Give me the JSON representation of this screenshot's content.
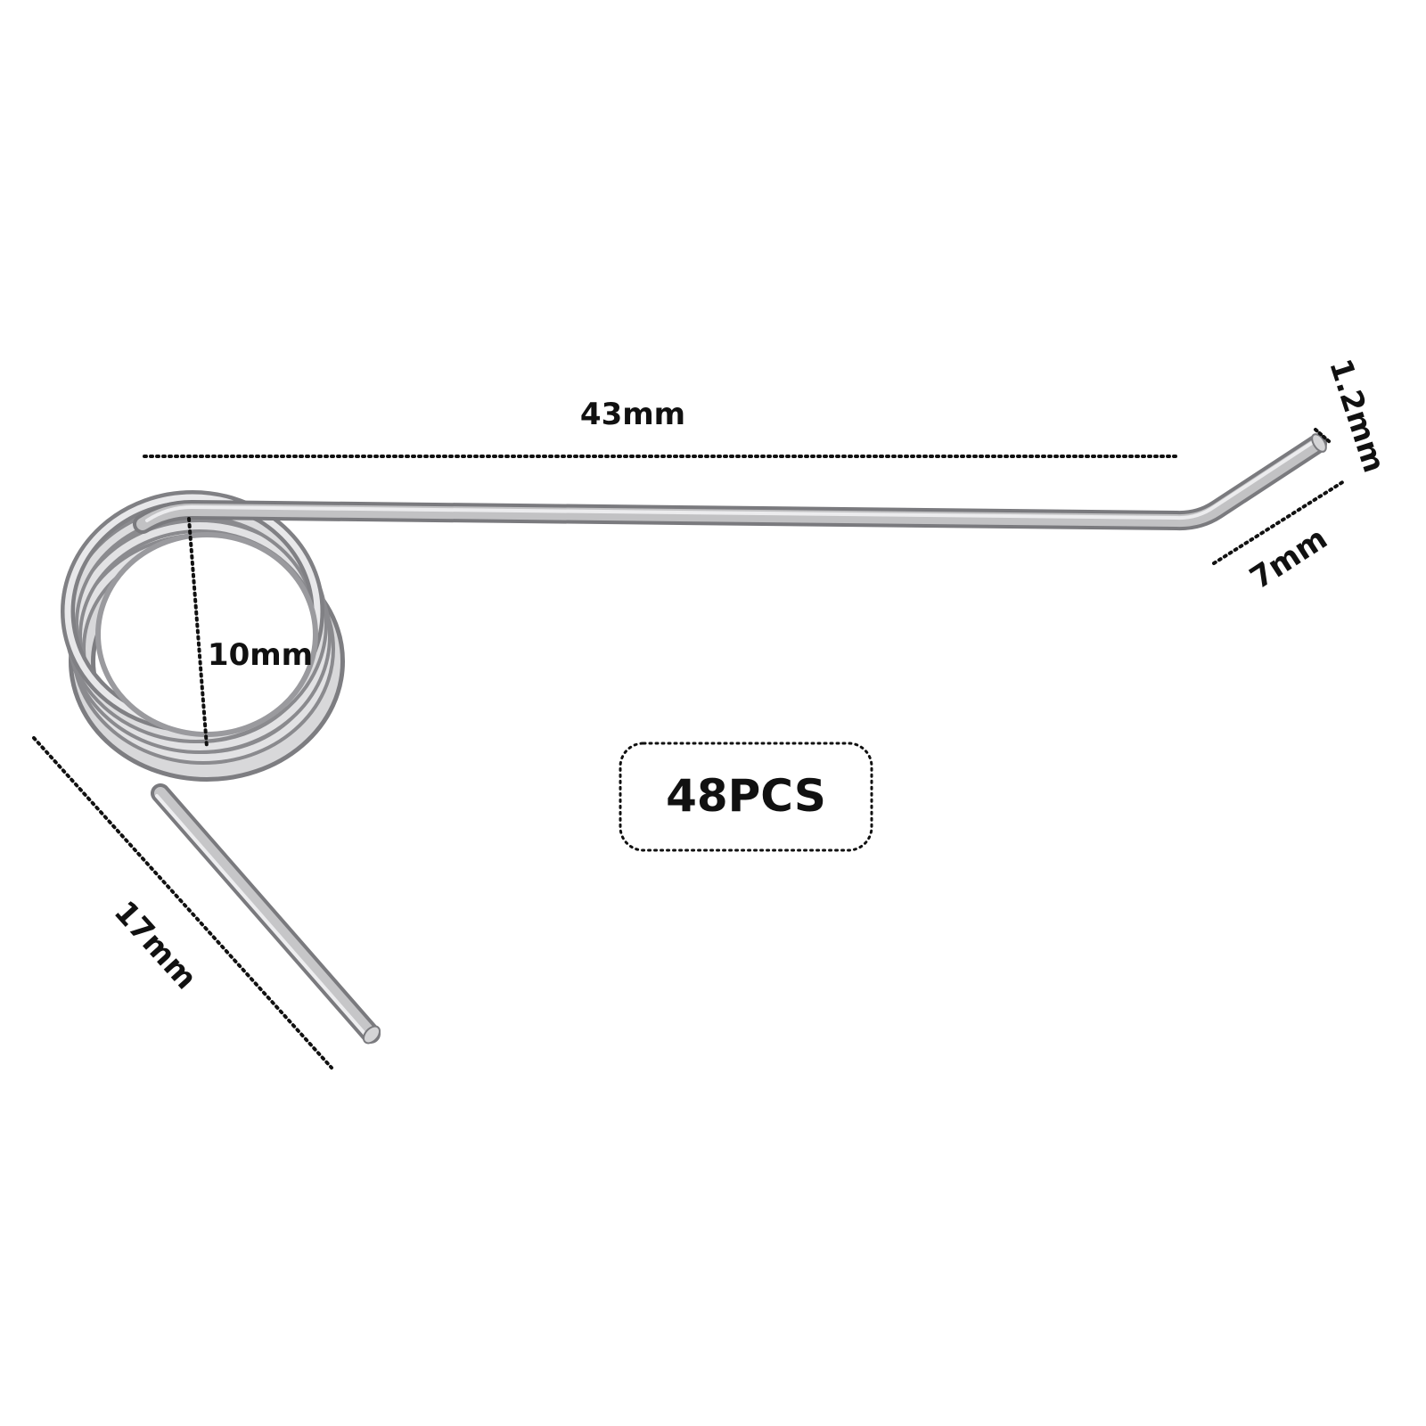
{
  "product": {
    "name": "torsion spring",
    "wire_color": "#b9b9bb",
    "quantity_label": "48PCS"
  },
  "dimensions": {
    "arm_length": "43mm",
    "coil_inner_diameter": "10mm",
    "leg_length": "17mm",
    "bent_tip_length": "7mm",
    "wire_diameter": "1.2mm"
  },
  "colors": {
    "background": "#ffffff",
    "dimension_line": "#111111",
    "text": "#111111",
    "metal_light": "#e4e4e6",
    "metal_mid": "#b9b9bb",
    "metal_dark": "#7c7c80"
  }
}
